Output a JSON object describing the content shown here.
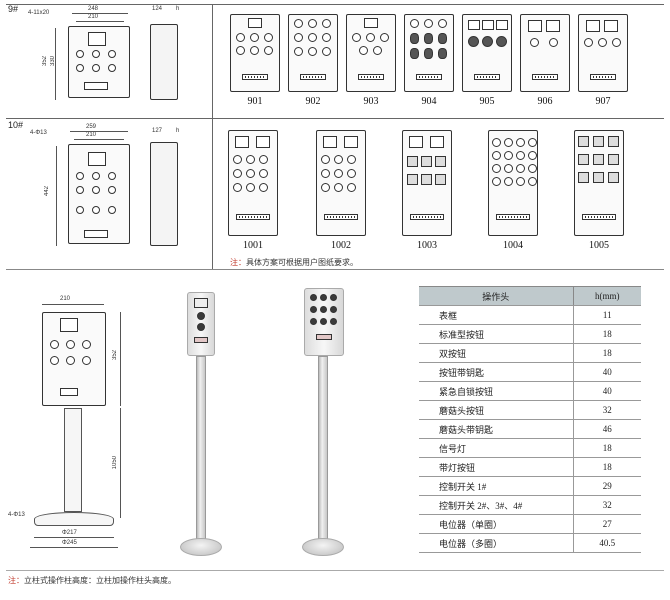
{
  "top_left": {
    "label": "9#",
    "dims": {
      "d1": "4-11x20",
      "d2": "248",
      "d3": "210",
      "d4": "124",
      "d5": "h",
      "d6": "352",
      "d7": "330"
    }
  },
  "mid_left": {
    "label": "10#",
    "dims": {
      "d1": "4-Φ13",
      "d2": "259",
      "d3": "210",
      "d4": "127",
      "d5": "h",
      "d6": "442"
    }
  },
  "row9": {
    "variants": [
      "901",
      "902",
      "903",
      "904",
      "905",
      "906",
      "907"
    ]
  },
  "row10": {
    "variants": [
      "1001",
      "1002",
      "1003",
      "1004",
      "1005"
    ]
  },
  "note1": {
    "mark": "注：",
    "text": "具体方案可根据用户图纸要求。"
  },
  "bottom_left": {
    "dims": {
      "d1": "210",
      "d2": "352",
      "d3": "1050",
      "d4": "4-Φ13",
      "d5": "Φ217",
      "d6": "Φ245"
    }
  },
  "table": {
    "header_name": "操作头",
    "header_h": "h(mm)",
    "rows": [
      {
        "name": "表框",
        "h": "11"
      },
      {
        "name": "标准型按钮",
        "h": "18"
      },
      {
        "name": "双按钮",
        "h": "18"
      },
      {
        "name": "按钮带钥匙",
        "h": "40"
      },
      {
        "name": "紧急自锁按钮",
        "h": "40"
      },
      {
        "name": "蘑菇头按钮",
        "h": "32"
      },
      {
        "name": "蘑菇头带钥匙",
        "h": "46"
      },
      {
        "name": "信号灯",
        "h": "18"
      },
      {
        "name": "带灯按钮",
        "h": "18"
      },
      {
        "name": "控制开关 1#",
        "h": "29"
      },
      {
        "name": "控制开关 2#、3#、4#",
        "h": "32"
      },
      {
        "name": "电位器（单圈）",
        "h": "27"
      },
      {
        "name": "电位器（多圈）",
        "h": "40.5"
      }
    ]
  },
  "note2": {
    "mark": "注：",
    "text": "立柱式操作柱高度：立柱加操作柱头高度。"
  }
}
